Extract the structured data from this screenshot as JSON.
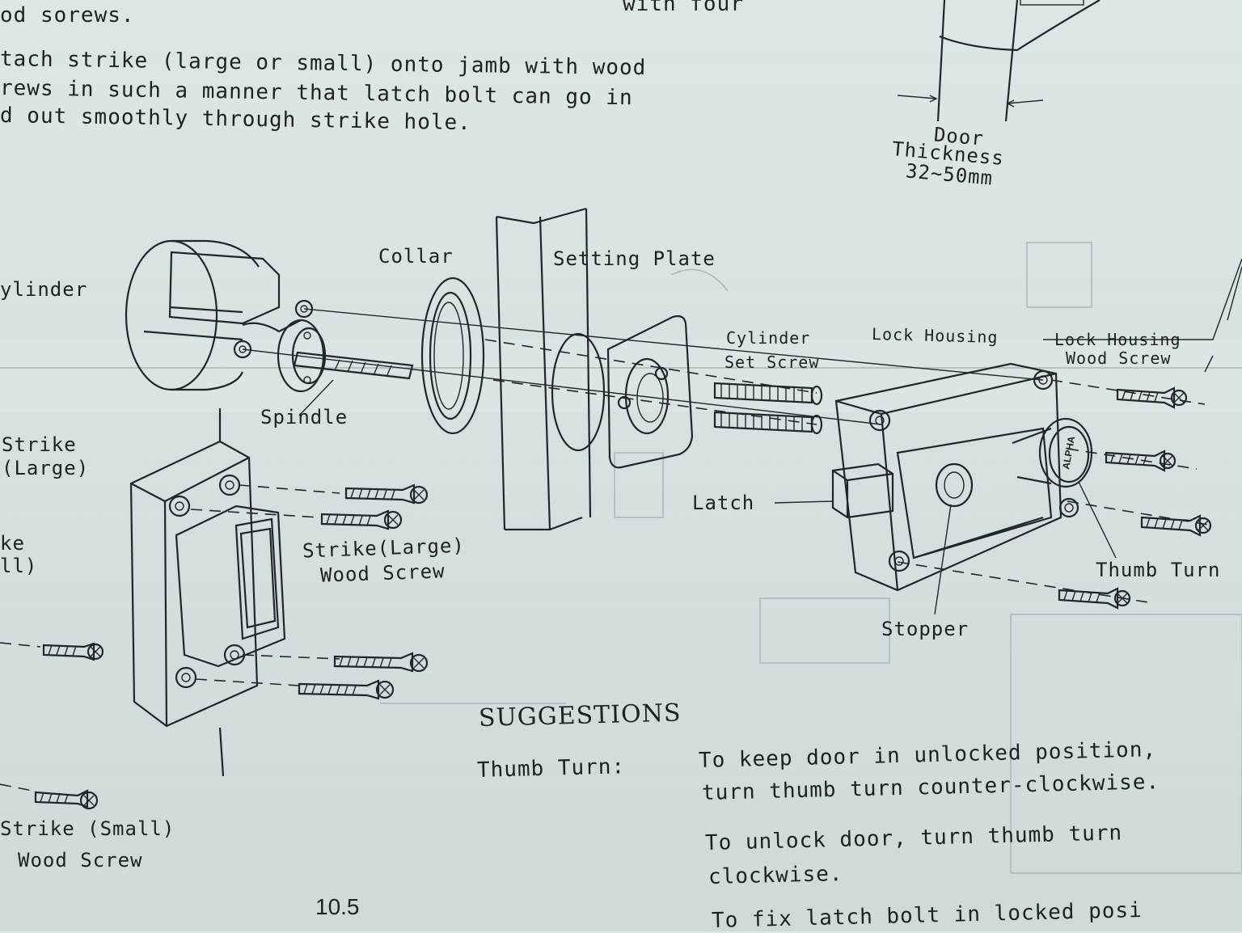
{
  "intro": {
    "line0": "od sorews.",
    "line0_right": "with four",
    "line1": "tach strike (large or small) onto jamb with wood",
    "line2": "rews in such a manner that latch bolt can go in",
    "line3": "d out smoothly through strike hole."
  },
  "door_thickness": {
    "line1": "Door",
    "line2": "Thickness",
    "line3": "32~50mm"
  },
  "labels": {
    "cylinder": "ylinder",
    "collar": "Collar",
    "setting_plate": "Setting Plate",
    "spindle": "Spindle",
    "cylinder_set_screw_1": "Cylinder",
    "cylinder_set_screw_2": "Set Screw",
    "lock_housing": "Lock Housing",
    "lock_housing_wood_screw_1": "Lock Housing",
    "lock_housing_wood_screw_2": "Wood Screw",
    "strike_large_1": "Strike",
    "strike_large_2": "(Large)",
    "strike_small_cut_1": "ke",
    "strike_small_cut_2": "ll)",
    "strike_large_wood_screw_1": "Strike(Large)",
    "strike_large_wood_screw_2": "Wood Screw",
    "latch": "Latch",
    "thumb_turn": "Thumb Turn",
    "stopper": "Stopper",
    "strike_small_wood_screw_1": "Strike (Small)",
    "strike_small_wood_screw_2": "Wood Screw",
    "thumb_turn_logo": "ALPHA"
  },
  "suggestions": {
    "heading": "SUGGESTIONS",
    "thumb_turn_label": "Thumb Turn:",
    "p1_line1": "To keep door in unlocked position,",
    "p1_line2": "turn thumb turn counter-clockwise.",
    "p2_line1": "To unlock door, turn thumb turn",
    "p2_line2": "clockwise.",
    "p3_cut": "To fix latch bolt in locked posi"
  },
  "page_number": "10.5",
  "colors": {
    "paper": "#d9e2e3",
    "ink": "#1e2124",
    "ghost_ink": "#aab6b8"
  }
}
